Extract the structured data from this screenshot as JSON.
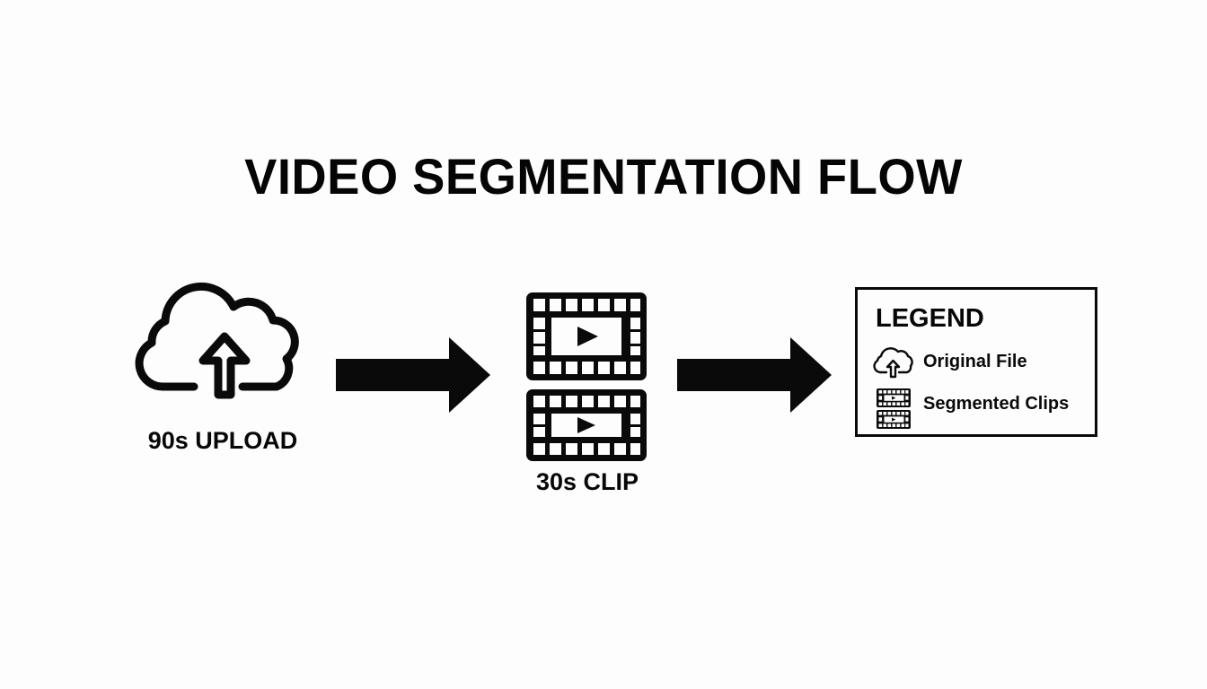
{
  "diagram": {
    "title": "VIDEO SEGMENTATION FLOW",
    "background_color": "#fdfdfe",
    "ink_color": "#0a0a0a",
    "stages": [
      {
        "id": "upload",
        "label": "90s UPLOAD",
        "icon": "cloud-upload-icon"
      },
      {
        "id": "clips",
        "label": "30s CLIP",
        "icon": "film-strip-icon",
        "icon_count": 2
      }
    ],
    "connectors": [
      {
        "id": "arrow-1",
        "icon": "arrow-right-icon",
        "from": "upload",
        "to": "clips"
      },
      {
        "id": "arrow-2",
        "icon": "arrow-right-icon",
        "from": "clips",
        "to": "legend"
      }
    ]
  },
  "legend": {
    "title": "LEGEND",
    "items": [
      {
        "label": "Original File",
        "icon": "cloud-upload-icon"
      },
      {
        "label": "Segmented Clips",
        "icon": "film-strip-stack-icon"
      }
    ]
  }
}
